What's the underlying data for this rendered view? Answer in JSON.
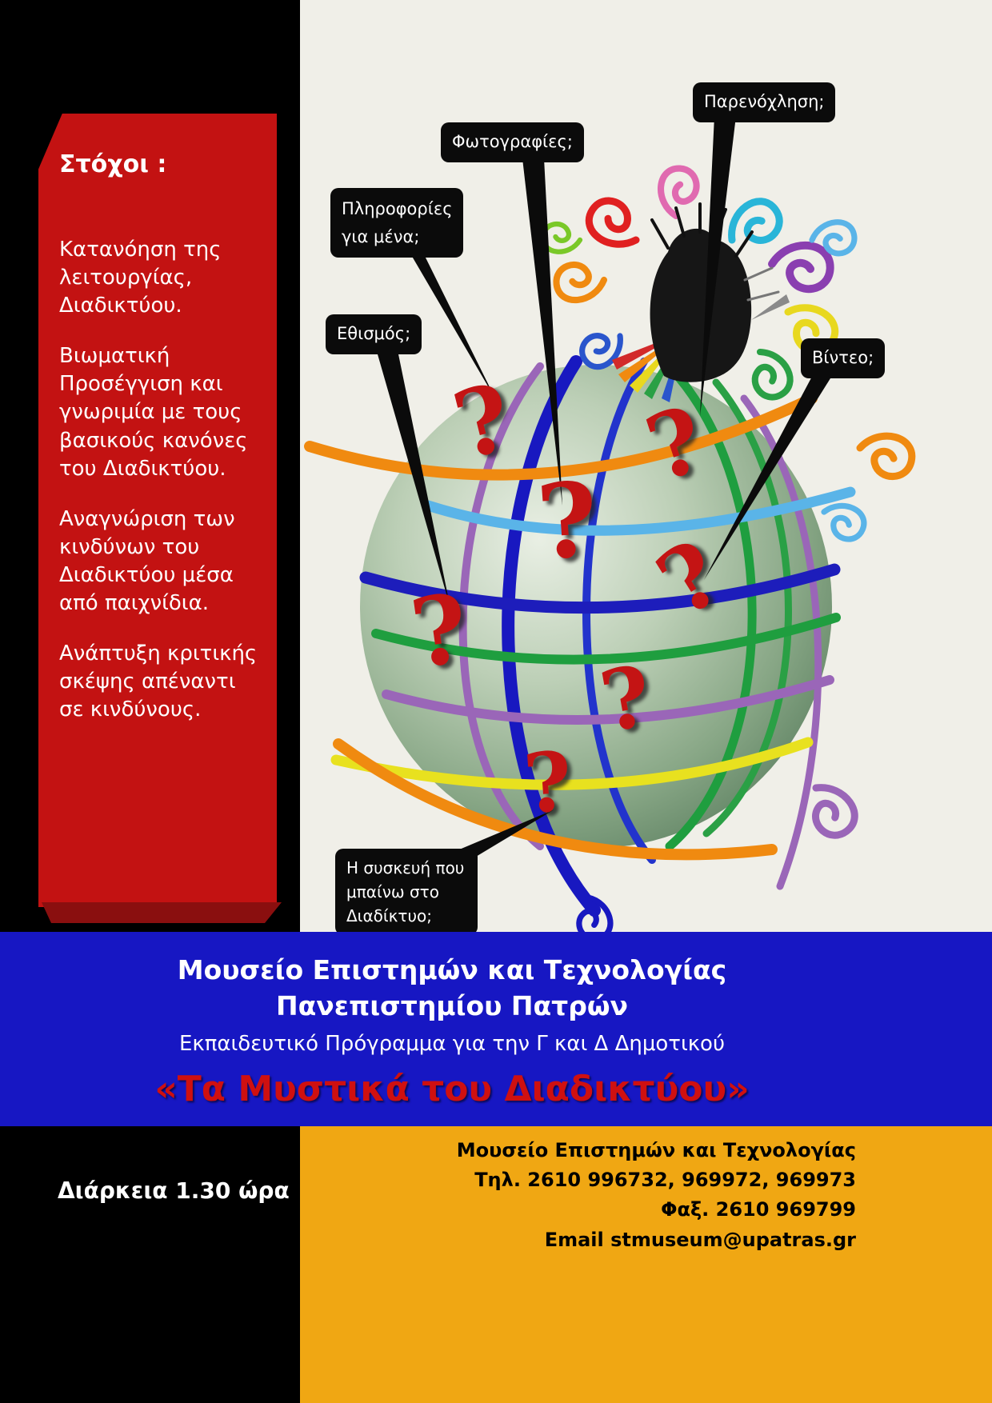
{
  "poster": {
    "qmark": "?",
    "goals": {
      "title": "Στόχοι :",
      "items": [
        "Κατανόηση της λειτουργίας, Διαδικτύου.",
        "Βιωματική Προσέγγιση και γνωριμία με τους βασικούς κανόνες του Διαδικτύου.",
        "Αναγνώριση  των  κινδύνων του Διαδικτύου μέσα από παιχνίδια.",
        "Ανάπτυξη κριτικής σκέψης απέναντι σε κινδύνους."
      ]
    },
    "callouts": [
      {
        "label": "Παρενόχληση;"
      },
      {
        "label": "Φωτογραφίες;"
      },
      {
        "label": "Πληροφορίες για μένα;"
      },
      {
        "label": "Εθισμός;"
      },
      {
        "label": "Βίντεο;"
      },
      {
        "label": "Η συσκευή που μπαίνω  στο Διαδίκτυο;"
      }
    ],
    "banner": {
      "line1": "Μουσείο  Επιστημών και Τεχνολογίας",
      "line2": "Πανεπιστημίου Πατρών",
      "line3": "Εκπαιδευτικό Πρόγραμμα για την Γ και Δ Δημοτικού",
      "title": "«Τα Μυστικά του Διαδικτύου»"
    },
    "footer": {
      "duration": "Διάρκεια  1.30 ώρα",
      "contact": [
        "Μουσείο Επιστημών και Τεχνολογίας",
        "Τηλ. 2610 996732, 969972, 969973",
        "Φαξ. 2610 969799",
        "Email stmuseum@upatras.gr"
      ]
    },
    "colors": {
      "panel_red": "#c31212",
      "band_blue": "#1717c3",
      "title_red": "#cf1010",
      "footer_gold": "#f0a713",
      "background_cream": "#f0efe8",
      "question_red": "#c41414",
      "black": "#000000"
    }
  }
}
